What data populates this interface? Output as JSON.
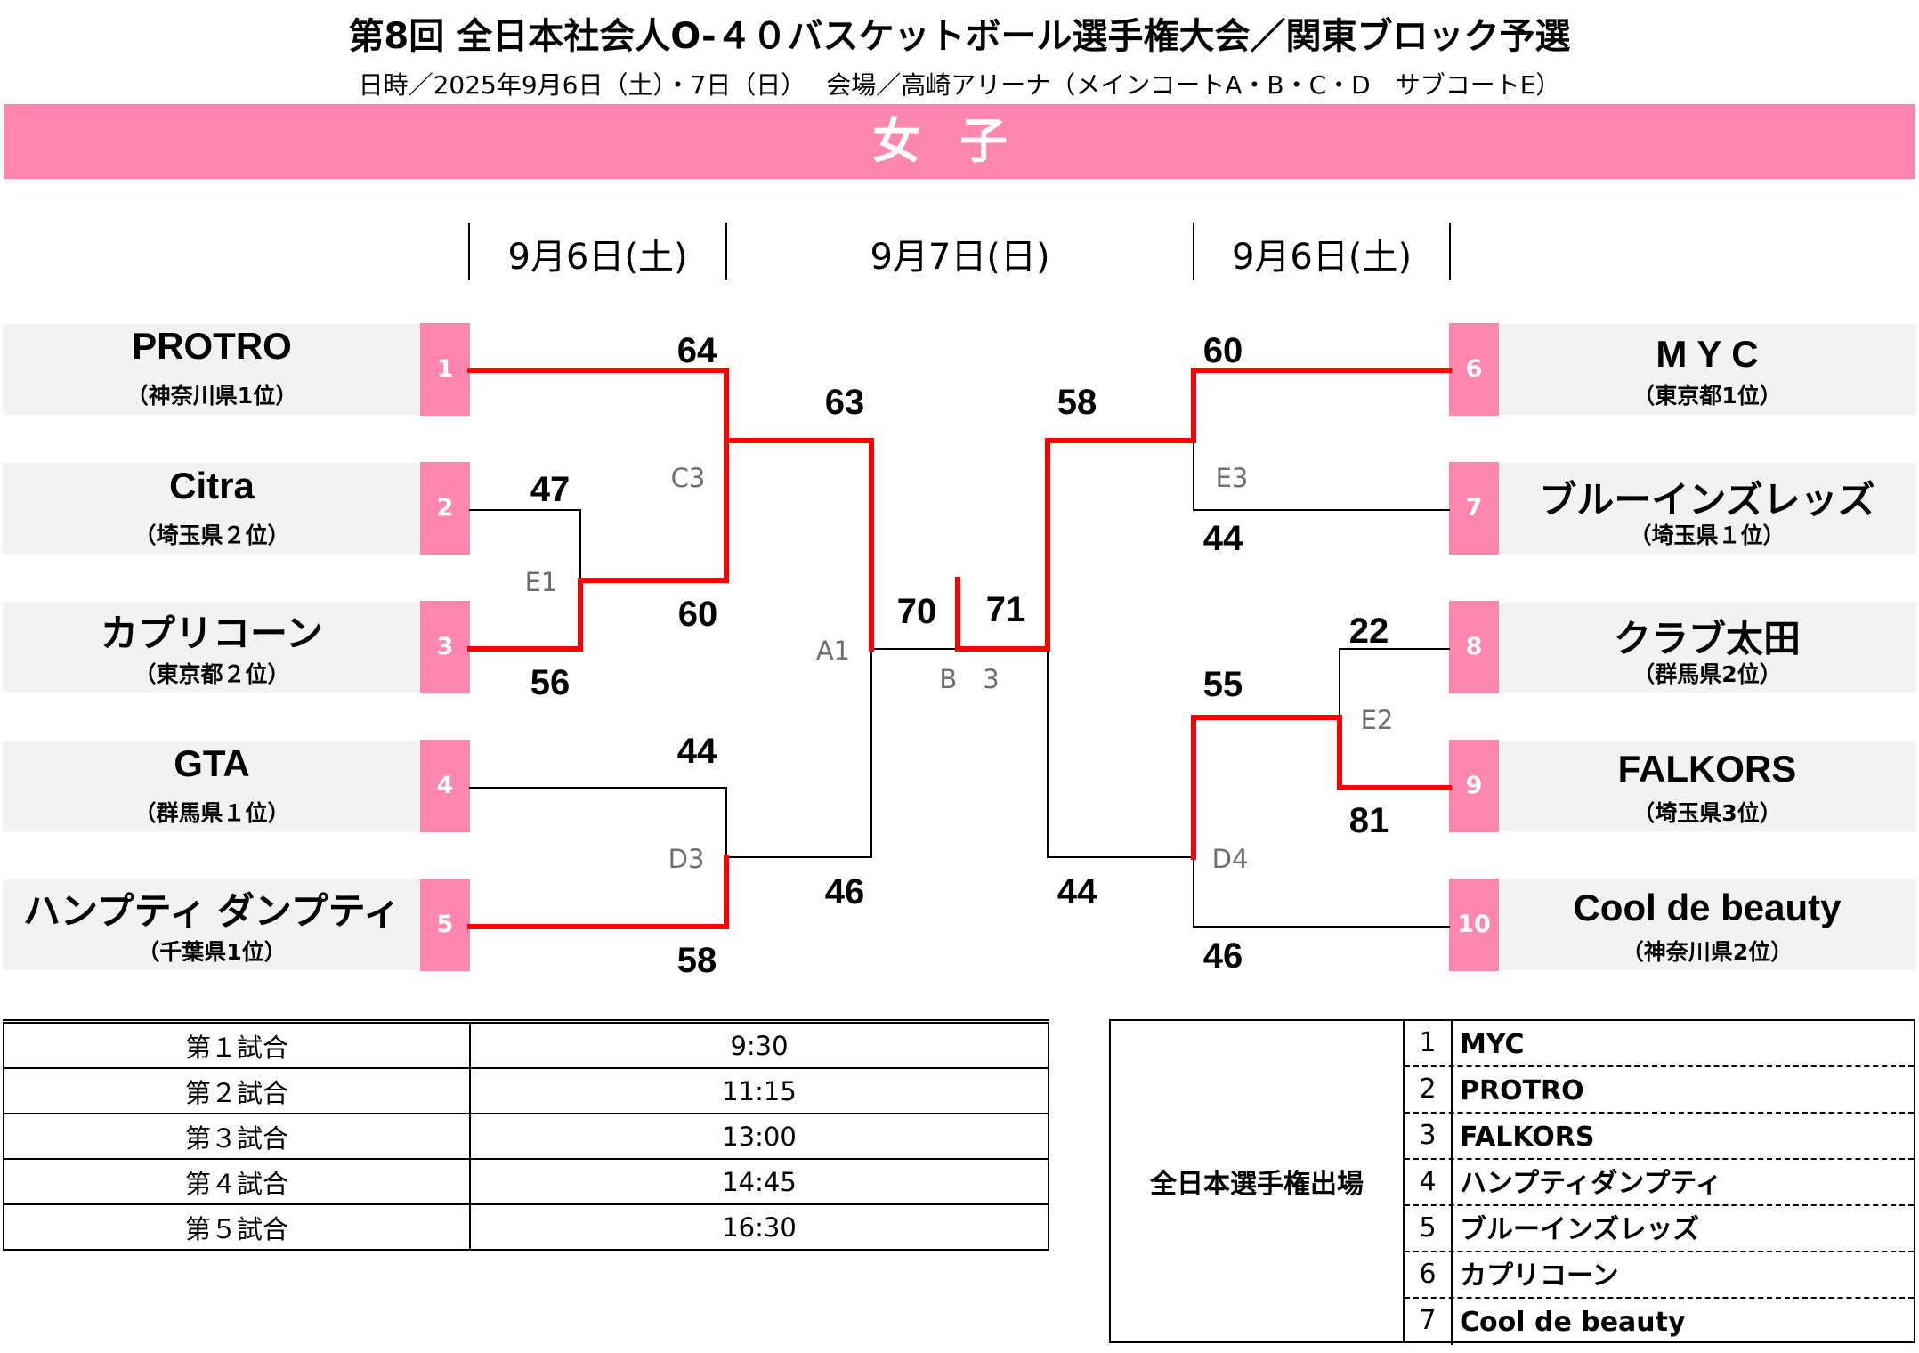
{
  "header": {
    "title": "第8回 全日本社会人O-４０バスケットボール選手権大会／関東ブロック予選",
    "subtitle": "日時／2025年9月6日（土）・7日（日）　 会場／高崎アリーナ（メインコートA・B・C・D　サブコートE）",
    "division": "女子"
  },
  "dates": {
    "left": "9月6日(土)",
    "center": "9月7日(日)",
    "right": "9月6日(土)"
  },
  "teams": [
    {
      "seed": "1",
      "name": "PROTRO",
      "pref": "（神奈川県1位）"
    },
    {
      "seed": "2",
      "name": "Citra",
      "pref": "（埼玉県２位）"
    },
    {
      "seed": "3",
      "name": "カプリコーン",
      "pref": "（東京都２位）"
    },
    {
      "seed": "4",
      "name": "GTA",
      "pref": "（群馬県１位）"
    },
    {
      "seed": "5",
      "name": "ハンプティ ダンプティ",
      "pref": "（千葉県1位）"
    },
    {
      "seed": "6",
      "name": "M Y C",
      "pref": "（東京都1位）"
    },
    {
      "seed": "7",
      "name": "ブルーインズレッズ",
      "pref": "（埼玉県１位）"
    },
    {
      "seed": "8",
      "name": "クラブ太田",
      "pref": "（群馬県2位）"
    },
    {
      "seed": "9",
      "name": "FALKORS",
      "pref": "（埼玉県3位）"
    },
    {
      "seed": "10",
      "name": "Cool de beauty",
      "pref": "（神奈川県2位）"
    }
  ],
  "scores": {
    "e1_team2": "47",
    "e1_team3": "56",
    "c3_team1": "64",
    "c3_e1winner": "60",
    "d3_team4": "44",
    "d3_team5": "58",
    "a1_top": "63",
    "a1_bottom": "46",
    "b3_left": "70",
    "b3_right": "71",
    "e3_team6": "60",
    "e3_team7": "44",
    "e2_team8": "22",
    "e2_team9": "81",
    "d4_e2winner": "55",
    "d4_team10": "46",
    "a2_top": "58",
    "a2_bottom": "44"
  },
  "game_codes": {
    "e1": "E1",
    "c3": "C3",
    "d3": "D3",
    "a1": "A1",
    "b3": "B　3",
    "e3": "E3",
    "e2": "E2",
    "d4": "D4"
  },
  "schedule": [
    {
      "game": "第１試合",
      "time": "9:30"
    },
    {
      "game": "第２試合",
      "time": "11:15"
    },
    {
      "game": "第３試合",
      "time": "13:00"
    },
    {
      "game": "第４試合",
      "time": "14:45"
    },
    {
      "game": "第５試合",
      "time": "16:30"
    }
  ],
  "qualifiers": {
    "label": "全日本選手権出場",
    "list": [
      {
        "rank": "1",
        "name": "MYC"
      },
      {
        "rank": "2",
        "name": "PROTRO"
      },
      {
        "rank": "3",
        "name": "FALKORS"
      },
      {
        "rank": "4",
        "name": "ハンプティダンプティ"
      },
      {
        "rank": "5",
        "name": "ブルーインズレッズ"
      },
      {
        "rank": "6",
        "name": "カプリコーン"
      },
      {
        "rank": "7",
        "name": "Cool de beauty"
      }
    ]
  },
  "colors": {
    "banner": "#ff86ae",
    "seed": "#ff86ae",
    "winner_line": "#ff0000",
    "team_bg": "#f2f2f2"
  }
}
